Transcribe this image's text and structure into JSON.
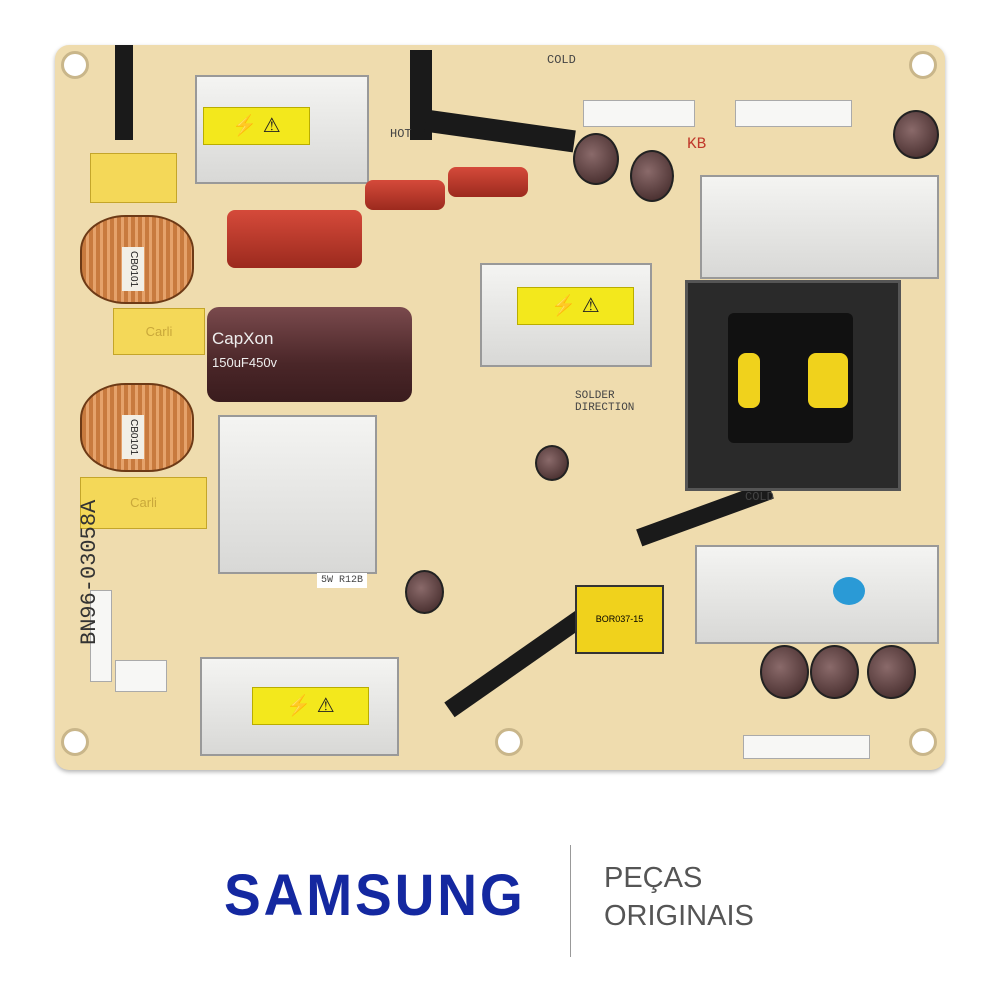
{
  "board": {
    "part_number": "BN96-03058A",
    "capacitor_brand": "CapXon",
    "capacitor_rating": "150uF450v",
    "coil_label": "CB0101",
    "xcap_label": "Carli",
    "silk_cold": "COLD",
    "silk_hot": "HOT",
    "silk_solder": "SOLDER DIRECTION",
    "silk_kb": "KB",
    "resistor_label": "5W R12B",
    "transformer_label": "BOR037-15",
    "warning_symbols": "⚡ ⚠",
    "colors": {
      "board": "#efdcae",
      "trace": "#1a1a1a",
      "capacitor": "#5a2f33",
      "label": "#f3e81c"
    }
  },
  "logo": {
    "brand": "SAMSUNG",
    "brand_color": "#1428a0"
  },
  "tagline": {
    "line1": "PEÇAS",
    "line2": "ORIGINAIS"
  }
}
